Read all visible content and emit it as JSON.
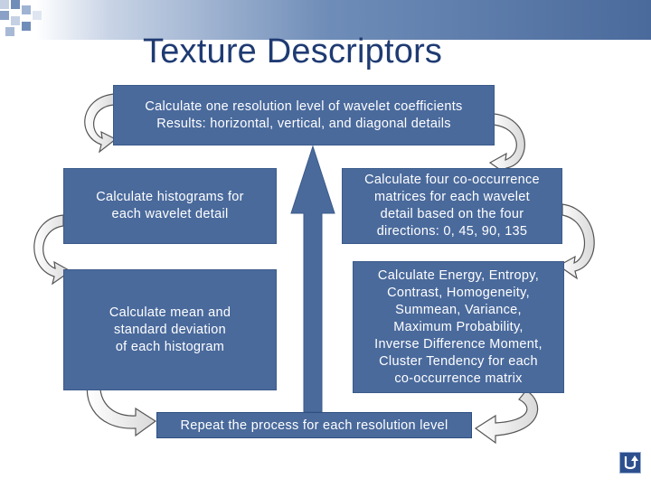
{
  "slide": {
    "title": "Texture Descriptors",
    "accent_color": "#4a6a9c",
    "title_color": "#1f3b73"
  },
  "steps": {
    "wavelet": {
      "line1": "Calculate one resolution level of wavelet coefficients",
      "line2": "Results: horizontal, vertical, and diagonal details"
    },
    "histograms": {
      "line1": "Calculate histograms for",
      "line2": "each wavelet detail"
    },
    "cooccurrence": {
      "line1": "Calculate four co-occurrence",
      "line2": "matrices for each wavelet",
      "line3": "detail based on the four",
      "line4": "directions: 0, 45, 90, 135"
    },
    "mean_std": {
      "line1": "Calculate mean and",
      "line2": "standard deviation",
      "line3": "of each histogram"
    },
    "features": {
      "line1": "Calculate Energy, Entropy,",
      "line2": "Contrast, Homogeneity,",
      "line3": "Summean, Variance,",
      "line4": "Maximum Probability,",
      "line5": "Inverse Difference Moment,",
      "line6": "Cluster Tendency for each",
      "line7": "co-occurrence matrix"
    },
    "repeat": "Repeat the process for each resolution level"
  },
  "icons": {
    "nav": "return-arrow-icon",
    "cycle": "curved-cycle-arrow-icon"
  }
}
